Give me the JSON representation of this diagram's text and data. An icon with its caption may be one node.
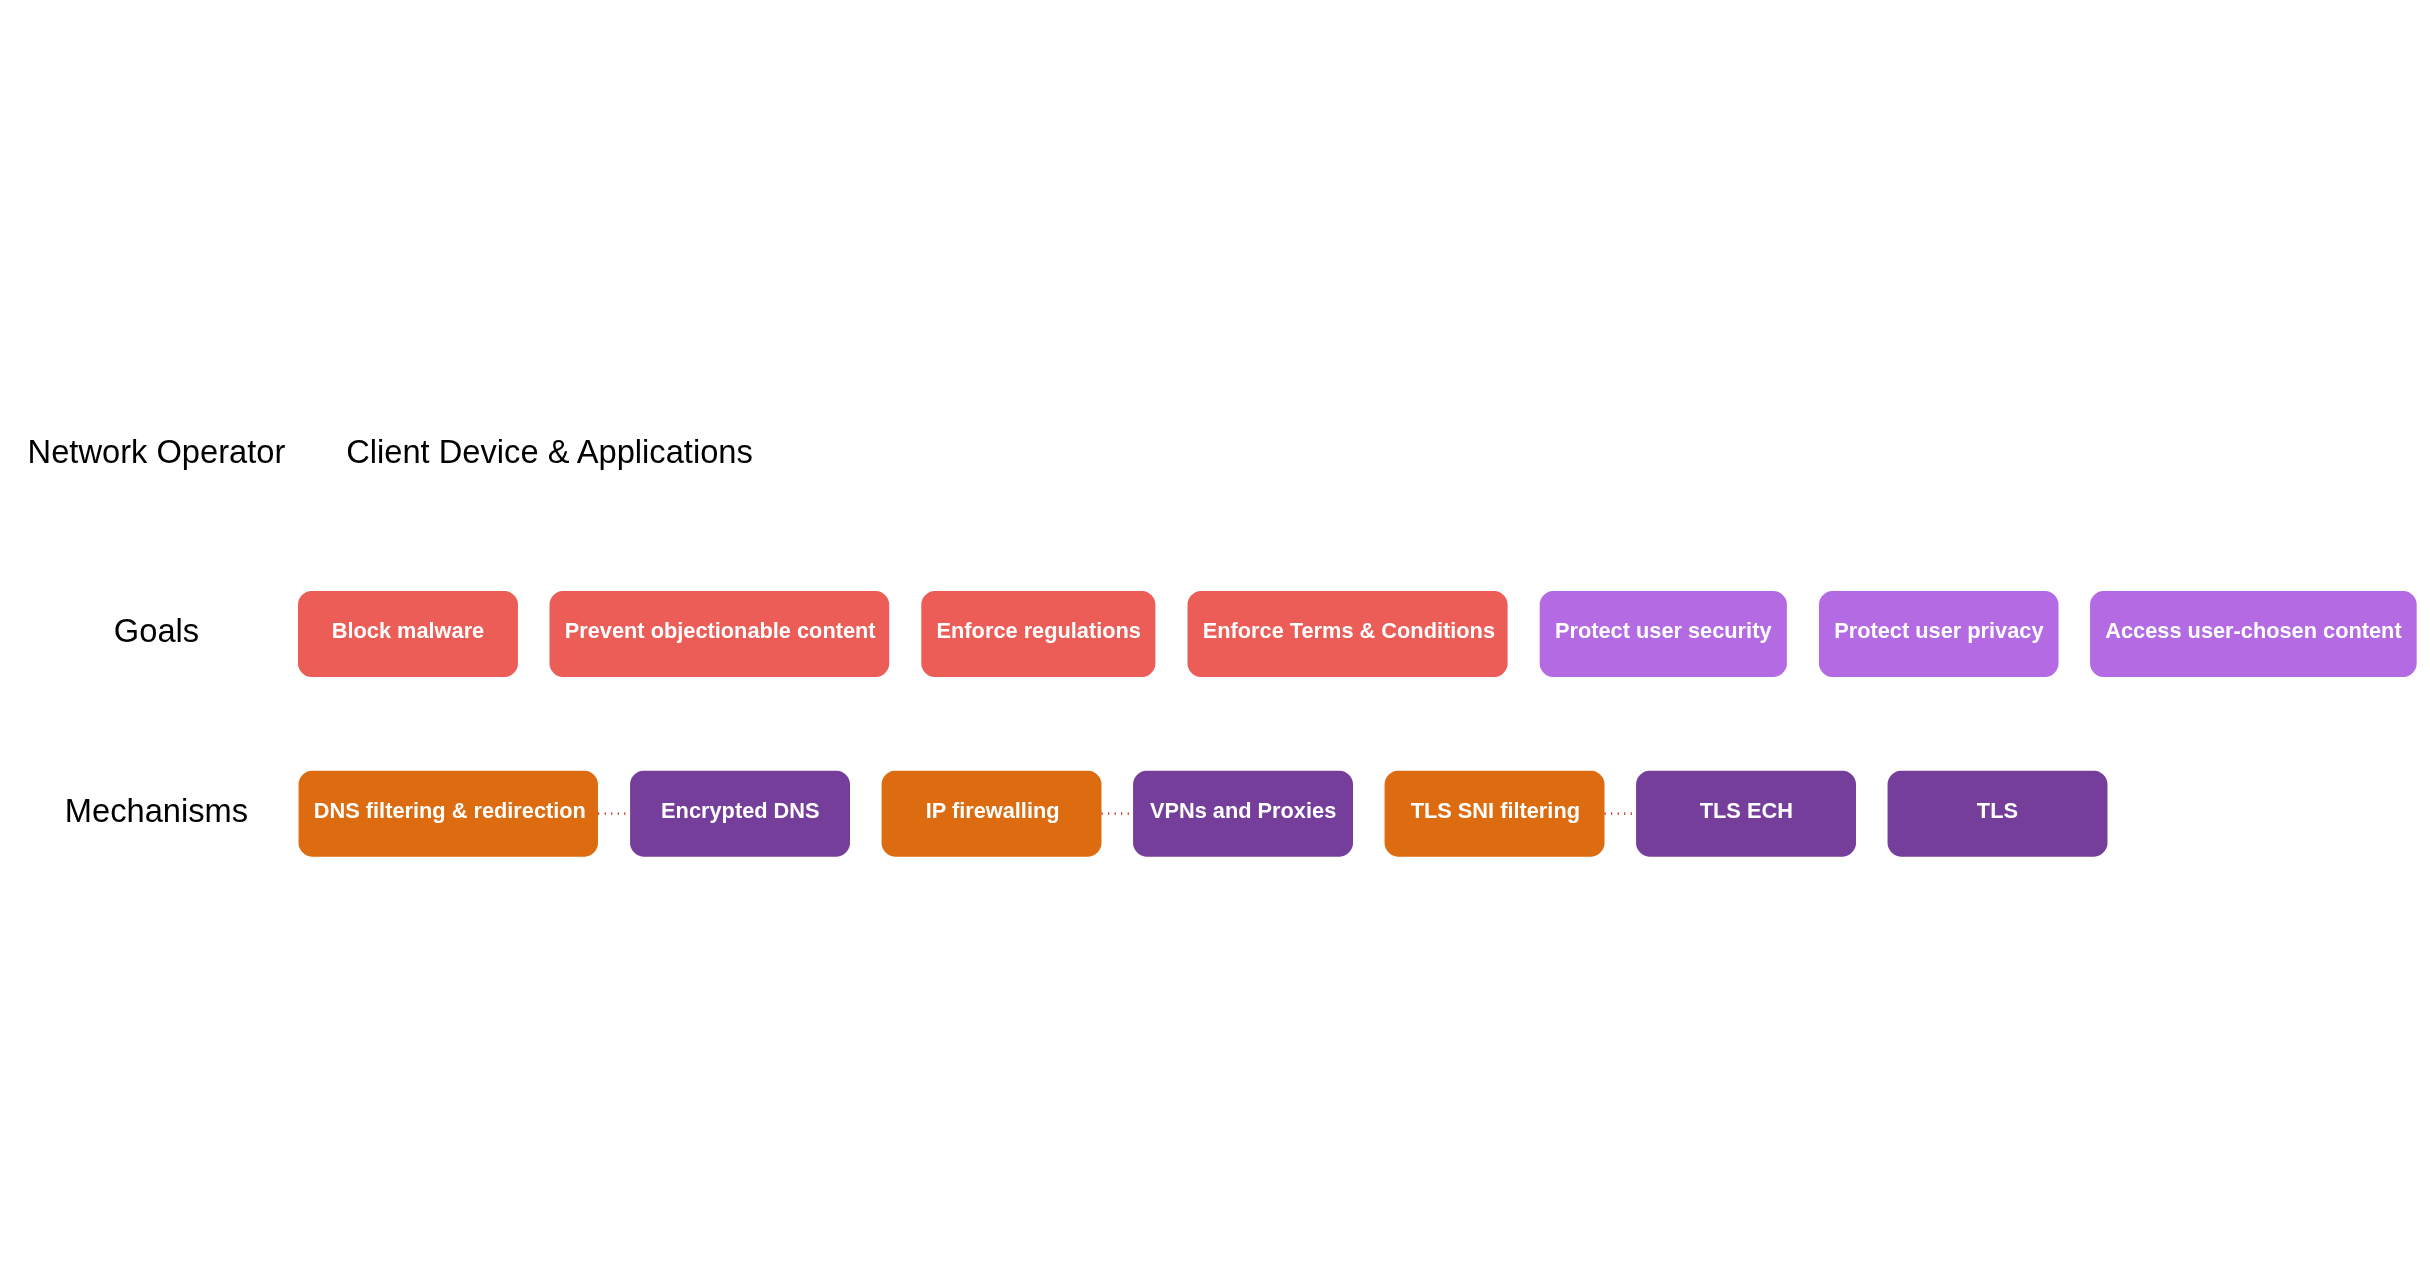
{
  "diagram": {
    "nodes": [
      {
        "text": [
          "Block malware"
        ]
      },
      {
        "text": [
          "Prevent objectionable content"
        ]
      },
      {
        "text": [
          "Enforce regulations"
        ]
      },
      {
        "text": [
          "Enforce Terms & Conditions"
        ]
      },
      {
        "text": [
          "Protect user security"
        ]
      },
      {
        "text": [
          "Protect user privacy"
        ]
      },
      {
        "text": [
          "Access user-chosen content"
        ]
      },
      {
        "text": [
          "DNS filtering & redirection"
        ]
      },
      {
        "text": [
          "IP firewalling"
        ]
      },
      {
        "text": [
          "TLS SNI filtering"
        ]
      },
      {
        "text": [
          "Encrypted DNS"
        ]
      },
      {
        "text": [
          "TLS"
        ]
      },
      {
        "text": [
          "TLS ECH"
        ]
      },
      {
        "text": [
          "VPNs and Proxies"
        ]
      }
    ],
    "edges": [
      {
        "from": 7,
        "to": 10,
        "arrow": "none",
        "style": "dashed",
        "color": "#cc2a1e"
      },
      {
        "from": 8,
        "to": 13,
        "arrow": "none",
        "style": "dashed",
        "color": "#cc2a1e"
      },
      {
        "from": 9,
        "to": 12,
        "arrow": "none",
        "style": "dashed",
        "color": "#cc2a1e"
      }
    ],
    "labels": [
      "Network Operator",
      "Client Device & Applications",
      "Goals",
      "Mechanisms"
    ]
  }
}
